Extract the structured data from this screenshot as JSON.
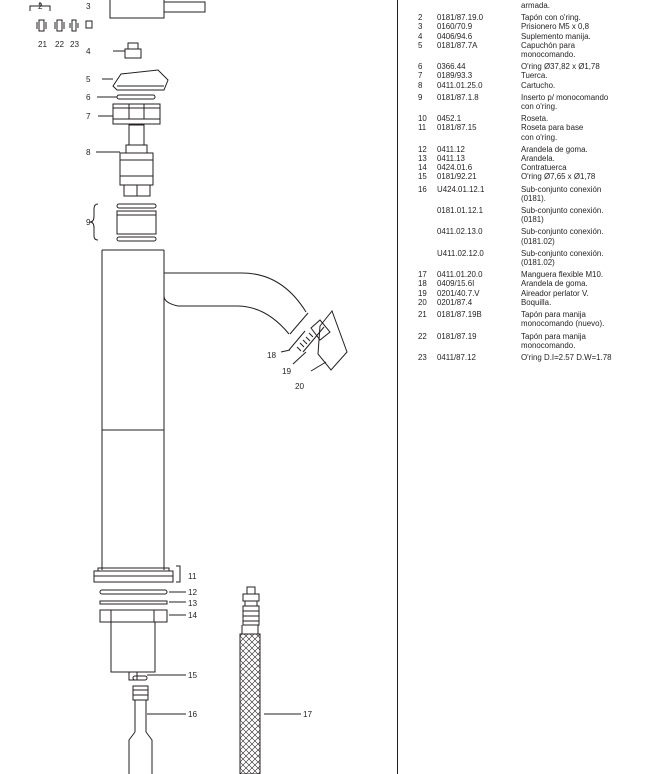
{
  "parts": [
    {
      "num": "",
      "code": "",
      "desc": "armada."
    },
    {
      "num": "2",
      "code": "0181/87.19.0",
      "desc": "Tapón con o'ring."
    },
    {
      "num": "3",
      "code": "0160/70.9",
      "desc": "Prisionero M5 x 0,8"
    },
    {
      "num": "4",
      "code": "0406/94.6",
      "desc": "Suplemento manija."
    },
    {
      "num": "5",
      "code": "0181/87.7A",
      "desc": "Capuchón para"
    },
    {
      "num": "",
      "code": "",
      "desc": "monocomando."
    },
    {
      "num": "6",
      "code": "0366.44",
      "desc": "O'ring Ø37,82 x Ø1,78"
    },
    {
      "num": "7",
      "code": "0189/93.3",
      "desc": "Tuerca."
    },
    {
      "num": "8",
      "code": "0411.01.25.0",
      "desc": "Cartucho."
    },
    {
      "num": "9",
      "code": "0181/87.1.8",
      "desc": "Inserto p/ monocomando"
    },
    {
      "num": "",
      "code": "",
      "desc": "con o'ring."
    },
    {
      "num": "10",
      "code": "0452.1",
      "desc": "Roseta."
    },
    {
      "num": "11",
      "code": "0181/87.15",
      "desc": "Roseta para base"
    },
    {
      "num": "",
      "code": "",
      "desc": "con o'ring."
    },
    {
      "num": "12",
      "code": "0411.12",
      "desc": "Arandela de goma."
    },
    {
      "num": "13",
      "code": "0411.13",
      "desc": "Arandela."
    },
    {
      "num": "14",
      "code": "0424.01.6",
      "desc": "Contratuerca"
    },
    {
      "num": "15",
      "code": "0181/92.21",
      "desc": "O'ring Ø7,65 x Ø1,78"
    },
    {
      "num": "16",
      "code": "U424.01.12.1",
      "desc": "Sub-conjunto conexión"
    },
    {
      "num": "",
      "code": "",
      "desc": "(0181)."
    },
    {
      "num": "",
      "code": "0181.01.12.1",
      "desc": "Sub-conjunto conexión."
    },
    {
      "num": "",
      "code": "",
      "desc": "(0181)"
    },
    {
      "num": "",
      "code": "0411.02.13.0",
      "desc": "Sub-conjunto conexión."
    },
    {
      "num": "",
      "code": "",
      "desc": "(0181.02)"
    },
    {
      "num": "",
      "code": "U411.02.12.0",
      "desc": "Sub-conjunto conexión."
    },
    {
      "num": "",
      "code": "",
      "desc": "(0181.02)"
    },
    {
      "num": "17",
      "code": "0411.01.20.0",
      "desc": "Manguera flexible M10."
    },
    {
      "num": "18",
      "code": "0409/15.6I",
      "desc": "Arandela de goma."
    },
    {
      "num": "19",
      "code": "0201/40.7.V",
      "desc": "Aireador perlator V."
    },
    {
      "num": "20",
      "code": "0201/87.4",
      "desc": "Boquilla."
    },
    {
      "num": "21",
      "code": "0181/87.19B",
      "desc": "Tapón para manija"
    },
    {
      "num": "",
      "code": "",
      "desc": "monocomando (nuevo)."
    },
    {
      "num": "22",
      "code": "0181/87.19",
      "desc": "Tapón para manija"
    },
    {
      "num": "",
      "code": "",
      "desc": "monocomando."
    },
    {
      "num": "23",
      "code": "0411/87.12",
      "desc": "O'ring D.I=2.57 D.W=1.78"
    }
  ],
  "callouts": {
    "n2": "2",
    "n3": "3",
    "n4": "4",
    "n5": "5",
    "n6": "6",
    "n7": "7",
    "n8": "8",
    "n9": "9",
    "n11": "11",
    "n12": "12",
    "n13": "13",
    "n14": "14",
    "n15": "15",
    "n16": "16",
    "n17": "17",
    "n18": "18",
    "n19": "19",
    "n20": "20",
    "n21": "21",
    "n22": "22",
    "n23": "23"
  }
}
